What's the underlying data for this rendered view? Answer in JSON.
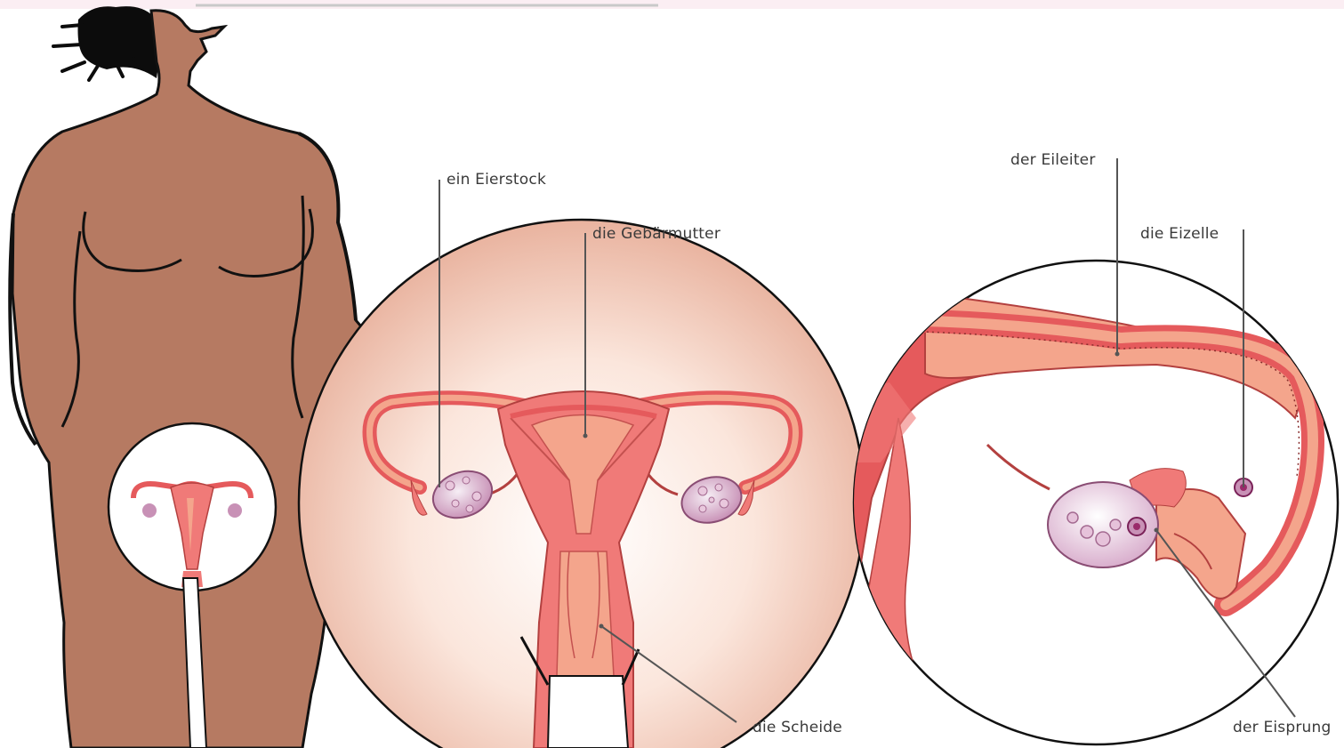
{
  "labels": {
    "ovary": "ein Eierstock",
    "uterus": "die Gebärmutter",
    "vagina": "die Scheide",
    "fallopian_tube": "der Eileiter",
    "egg_cell": "die Eizelle",
    "ovulation": "der Eisprung"
  },
  "colors": {
    "skin": "#b67a62",
    "outline": "#111111",
    "tissue": "#f07a78",
    "tissue_dark": "#e55a5c",
    "tissue_light": "#f4a58c",
    "ovary": "#c891b6",
    "egg": "#9a2a6a",
    "zoom_bg": "#fbe3d8",
    "leader_line": "#555555"
  }
}
